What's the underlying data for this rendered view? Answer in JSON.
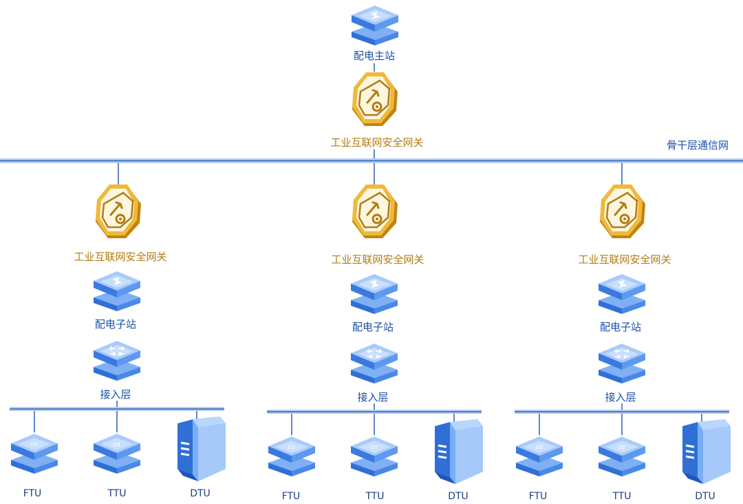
{
  "master": {
    "label": "配电主站"
  },
  "top_gateway": {
    "label": "工业互联网安全网关"
  },
  "backbone": {
    "label": "骨干层通信网"
  },
  "branches": [
    {
      "gateway_label": "工业互联网安全网关",
      "substation_label": "配电子站",
      "access_label": "接入层",
      "terminals": [
        "FTU",
        "TTU",
        "DTU"
      ]
    },
    {
      "gateway_label": "工业互联网安全网关",
      "substation_label": "配电子站",
      "access_label": "接入层",
      "terminals": [
        "FTU",
        "TTU",
        "DTU"
      ]
    },
    {
      "gateway_label": "工业互联网安全网关",
      "substation_label": "配电子站",
      "access_label": "接入层",
      "terminals": [
        "FTU",
        "TTU",
        "DTU"
      ]
    }
  ],
  "colors": {
    "line": "#2a5cb8",
    "bus": "#9dbbea",
    "device": "#4f92ee",
    "gateway": "#d89a22",
    "label_blue": "#1a4fa8",
    "label_gold": "#b07c12"
  }
}
